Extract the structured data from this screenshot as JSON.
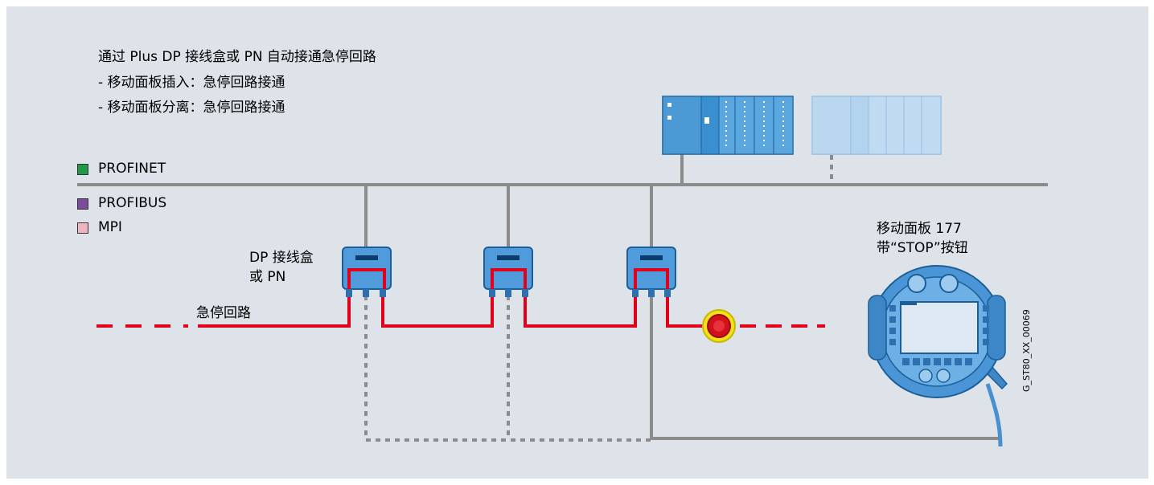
{
  "description": {
    "title": "通过 Plus DP 接线盒或 PN 自动接通急停回路",
    "line1": "- 移动面板插入：急停回路接通",
    "line2": "- 移动面板分离：急停回路接通"
  },
  "legend": [
    {
      "label": "PROFINET",
      "color": "#1f9a48"
    },
    {
      "label": "PROFIBUS",
      "color": "#7d4a9e"
    },
    {
      "label": "MPI",
      "color": "#f0b4c0"
    }
  ],
  "labels": {
    "junction_box_line1": "DP 接线盒",
    "junction_box_line2": "或 PN",
    "estop_circuit": "急停回路",
    "panel_line1": "移动面板 177",
    "panel_line2": "带“STOP”按钮",
    "figure_id": "G_ST80_XX_00069"
  },
  "colors": {
    "background": "#dde3e8",
    "bus_line": "#8c8c8c",
    "estop_line": "#e3001b",
    "device_blue": "#2e86c8",
    "device_light": "#a8cdee"
  }
}
